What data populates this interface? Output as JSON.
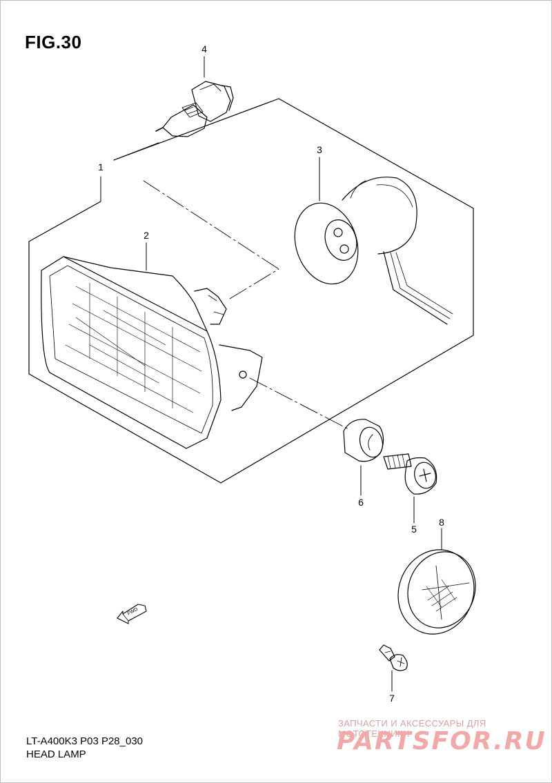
{
  "figure": {
    "title": "FIG.30"
  },
  "callouts": [
    "1",
    "2",
    "3",
    "4",
    "5",
    "6",
    "7",
    "8"
  ],
  "direction_marker": {
    "label": "FWD",
    "icon": "fwd-arrow-icon"
  },
  "footer": {
    "model_code": "LT-A400K3 P03 P28_030",
    "section": "HEAD LAMP"
  },
  "watermark": {
    "tagline": "ЗАПЧАСТИ И АКСЕССУАРЫ ДЛЯ МОТОТЕХНИКИ",
    "logo_text": "PARTSFOR.RU",
    "color": "#f0a8a8"
  }
}
